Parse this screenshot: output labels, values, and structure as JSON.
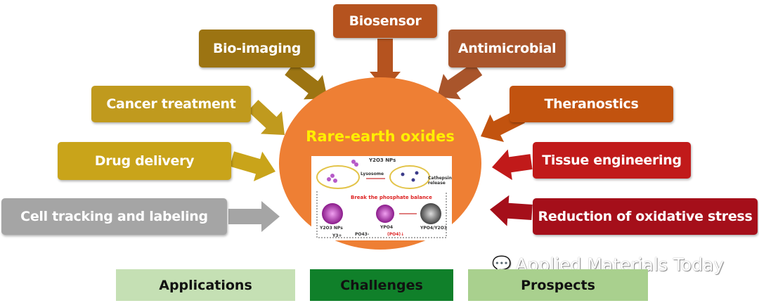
{
  "center": {
    "title": "Rare-earth oxides",
    "color": "#ee7f34",
    "title_color": "#ffef00"
  },
  "inset": {
    "np_label": "Y2O3 NPs",
    "lysosome": "Lysosome",
    "cathepsin": "Cathepsin release",
    "break": "Break the phosphate balance",
    "np_label2": "Y2O3 NPs",
    "y_ion": "Y3+",
    "po4": "PO43-",
    "ypo4": "YPO4",
    "ypo4_y2o3": "YPO4/Y2O3",
    "po4_down": "(PO4)↓"
  },
  "applications": [
    {
      "id": "biosensor",
      "label": "Biosensor",
      "color": "#b5531f"
    },
    {
      "id": "bio-imaging",
      "label": "Bio-imaging",
      "color": "#9c7412"
    },
    {
      "id": "antimicrobial",
      "label": "Antimicrobial",
      "color": "#a9552b"
    },
    {
      "id": "cancer-treatment",
      "label": "Cancer treatment",
      "color": "#c09a1e"
    },
    {
      "id": "theranostics",
      "label": "Theranostics",
      "color": "#c2530f"
    },
    {
      "id": "drug-delivery",
      "label": "Drug delivery",
      "color": "#c9a41a"
    },
    {
      "id": "tissue-engineering",
      "label": "Tissue engineering",
      "color": "#c11a1a"
    },
    {
      "id": "cell-tracking",
      "label": "Cell tracking and labeling",
      "color": "#a5a5a5"
    },
    {
      "id": "oxidative-stress",
      "label": "Reduction of oxidative stress",
      "color": "#a50f1a"
    }
  ],
  "bottom": [
    {
      "label": "Applications",
      "color": "#c5e0b4"
    },
    {
      "label": "Challenges",
      "color": "#10802a"
    },
    {
      "label": "Prospects",
      "color": "#a9d08e"
    }
  ],
  "watermark": "Applied Materials Today"
}
